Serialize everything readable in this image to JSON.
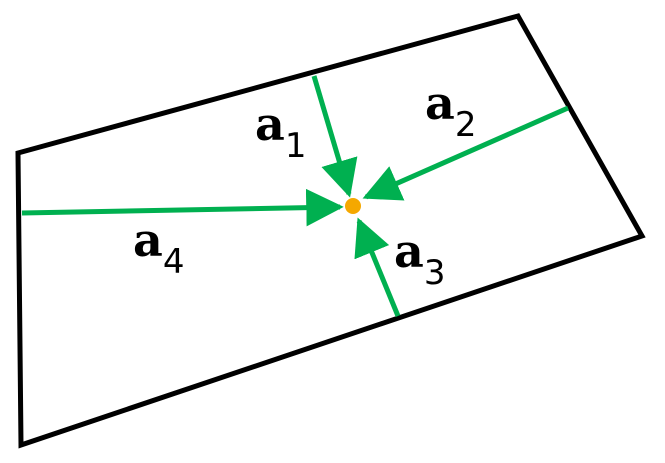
{
  "diagram": {
    "colors": {
      "outline": "#000000",
      "arrow": "#00b050",
      "point": "#f5a800",
      "label": "#000000"
    },
    "vectors": [
      {
        "id": "a1",
        "letter": "a",
        "subscript": "1"
      },
      {
        "id": "a2",
        "letter": "a",
        "subscript": "2"
      },
      {
        "id": "a3",
        "letter": "a",
        "subscript": "3"
      },
      {
        "id": "a4",
        "letter": "a",
        "subscript": "4"
      }
    ]
  }
}
